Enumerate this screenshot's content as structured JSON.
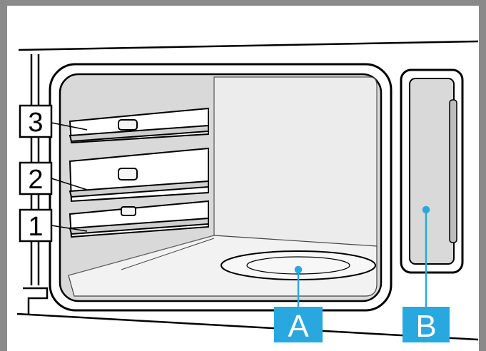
{
  "diagram": {
    "level_labels": [
      "3",
      "2",
      "1"
    ],
    "callout_labels": [
      "A",
      "B"
    ],
    "colors": {
      "frame_gray": "#8a8a8a",
      "cavity_fill": "#d9d9d9",
      "back_wall": "#e8e8e8",
      "callout_blue": "#29a8df",
      "callout_text": "#ffffff",
      "outline": "#000000"
    }
  }
}
